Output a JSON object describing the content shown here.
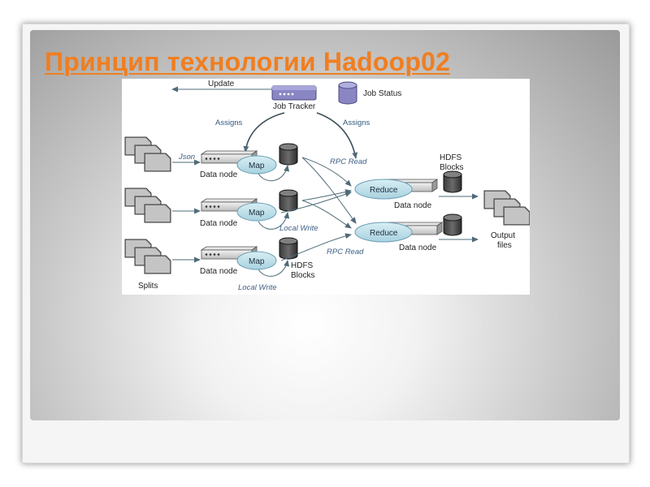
{
  "slide": {
    "title": "Принцип технологии Hadoop02"
  },
  "diagram": {
    "job_tracker": "Job Tracker",
    "job_status": "Job Status",
    "update": "Update",
    "assigns_left": "Assigns",
    "assigns_right": "Assigns",
    "json": "Json",
    "data_node_1": "Data node",
    "data_node_2": "Data node",
    "data_node_3": "Data node",
    "data_node_reduce_1": "Data node",
    "data_node_reduce_2": "Data node",
    "map_1": "Map",
    "map_2": "Map",
    "map_3": "Map",
    "reduce_1": "Reduce",
    "reduce_2": "Reduce",
    "rpc_read_1": "RPC Read",
    "rpc_read_2": "RPC Read",
    "local_write_1": "Local Write",
    "local_write_2": "Local Write",
    "hdfs_blocks_top_1": "HDFS",
    "hdfs_blocks_top_2": "Blocks",
    "hdfs_blocks_bottom_1": "HDFS",
    "hdfs_blocks_bottom_2": "Blocks",
    "splits": "Splits",
    "output_1": "Output",
    "output_2": "files"
  },
  "colors": {
    "title": "#f07e20",
    "oval_fill": "#bfe0e9",
    "oval_stroke": "#6c9fb5",
    "arrow": "#4f6b78",
    "job_tracker_fill": "#8a86c4",
    "job_status_fill": "#8a86c4"
  }
}
